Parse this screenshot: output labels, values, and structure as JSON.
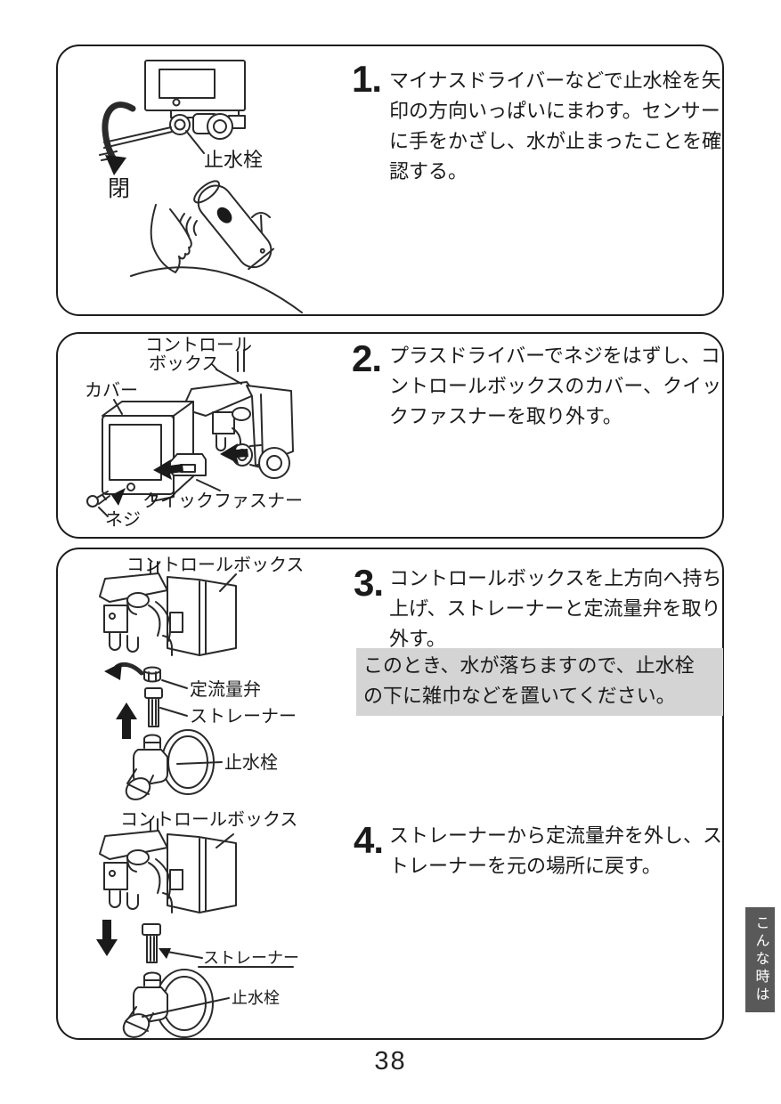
{
  "page": {
    "number": "38",
    "side_tab_label": "こんな時は"
  },
  "colors": {
    "note_background": "#d4d4d4",
    "side_tab_background": "#595959",
    "line_art": "#2a2a2a",
    "text": "#1a1a1a"
  },
  "panel1": {
    "step_number": "1.",
    "step_text": "マイナスドライバーなどで止水栓を矢印の方向いっぱいにまわす。センサーに手をかざし、水が止まったことを確認する。",
    "labels": {
      "stop_valve": "止水栓",
      "close": "閉"
    }
  },
  "panel2": {
    "step_number": "2.",
    "step_text": "プラスドライバーでネジをはずし、コントロールボックスのカバー、クイックファスナーを取り外す。",
    "labels": {
      "control_box_line1": "コントロール",
      "control_box_line2": "ボックス",
      "cover": "カバー",
      "quick_fastener": "クイックファスナー",
      "screw": "ネジ"
    }
  },
  "panel3": {
    "step3": {
      "step_number": "3.",
      "step_text": "コントロールボックスを上方向へ持ち上げ、ストレーナーと定流量弁を取り外す。",
      "note": "このとき、水が落ちますので、止水栓の下に雑巾などを置いてください。",
      "labels": {
        "control_box": "コントロールボックス",
        "flow_valve": "定流量弁",
        "strainer": "ストレーナー",
        "stop_valve": "止水栓"
      }
    },
    "step4": {
      "step_number": "4.",
      "step_text": "ストレーナーから定流量弁を外し、ストレーナーを元の場所に戻す。",
      "labels": {
        "control_box": "コントロールボックス",
        "strainer": "ストレーナー",
        "stop_valve": "止水栓"
      }
    }
  }
}
